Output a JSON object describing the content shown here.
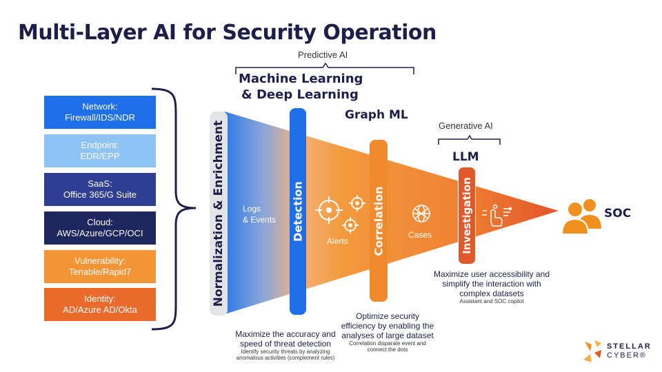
{
  "title": "Multi-Layer AI for Security Operation",
  "brackets": {
    "predictive": "Predictive AI",
    "generative": "Generative AI"
  },
  "ml_heading": {
    "line1": "Machine Learning",
    "line2": "& Deep Learning"
  },
  "graph_ml": "Graph ML",
  "llm": "LLM",
  "sources": [
    {
      "line1": "Network:",
      "line2": "Firewall/IDS/NDR",
      "color": "#1f6fe8"
    },
    {
      "line1": "Endpoint:",
      "line2": "EDR/EPP",
      "color": "#8ec3f5"
    },
    {
      "line1": "SaaS:",
      "line2": "Office 365/G Suite",
      "color": "#2f3e92"
    },
    {
      "line1": "Cloud:",
      "line2": "AWS/Azure/GCP/OCI",
      "color": "#1e2660"
    },
    {
      "line1": "Vulnerability:",
      "line2": "Tenable/Rapid7",
      "color": "#f39535"
    },
    {
      "line1": "Identity:",
      "line2": "AD/Azure AD/Okta",
      "color": "#ea6a2c"
    }
  ],
  "stages": {
    "normalization": "Normalization & Enrichment",
    "detection": "Detection",
    "correlation": "Correlation",
    "investigation": "Investigation"
  },
  "funnel_labels": {
    "logs_line1": "Logs",
    "logs_line2": "& Events",
    "alerts": "Alerts",
    "cases": "Cases"
  },
  "soc": "SOC",
  "descriptions": {
    "detection": {
      "line1": "Maximize the accuracy and",
      "line2": "speed of threat detection",
      "sub1": "Identify security threats by analyzing",
      "sub2": "anomalous activities (complement rules)"
    },
    "correlation": {
      "line1": "Optimize security",
      "line2": "efficiency by enabling the",
      "line3": "analyses of large dataset",
      "sub1": "Correlation disparate event and",
      "sub2": "connect the dots"
    },
    "investigation": {
      "line1": "Maximize user accessibility and",
      "line2": "simplify the interaction with",
      "line3": "complex datasets",
      "sub1": "Assistant and SOC copilot"
    }
  },
  "logo": {
    "line1": "STELLAR",
    "line2": "CYBER®"
  },
  "colors": {
    "navy": "#1c1f4a",
    "blue": "#1f6fe8",
    "orange": "#f08a2e",
    "orange_dark": "#e0592a"
  }
}
